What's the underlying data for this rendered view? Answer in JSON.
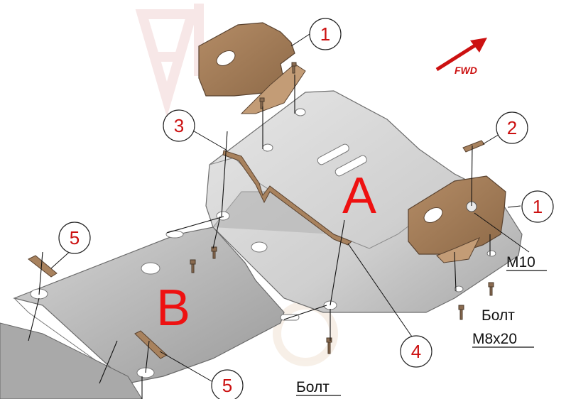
{
  "labels": {
    "part_a": "A",
    "part_b": "B"
  },
  "callouts": [
    {
      "id": "c1-top",
      "text": "1"
    },
    {
      "id": "c2",
      "text": "2"
    },
    {
      "id": "c3",
      "text": "3"
    },
    {
      "id": "c1-right",
      "text": "1"
    },
    {
      "id": "c5-left",
      "text": "5"
    },
    {
      "id": "c4",
      "text": "4"
    },
    {
      "id": "c5-bottom",
      "text": "5"
    }
  ],
  "fasteners": {
    "m10": "M10",
    "bolt_right": "Болт",
    "bolt_right_size": "M8x20",
    "bolt_bottom": "Болт"
  },
  "direction": {
    "label": "FWD"
  },
  "colors": {
    "plate_a": "#c9c9c9",
    "plate_b": "#bcbcbc",
    "bracket": "#a8825e",
    "callout_text": "#cc1111",
    "part_label": "#ee1111"
  }
}
